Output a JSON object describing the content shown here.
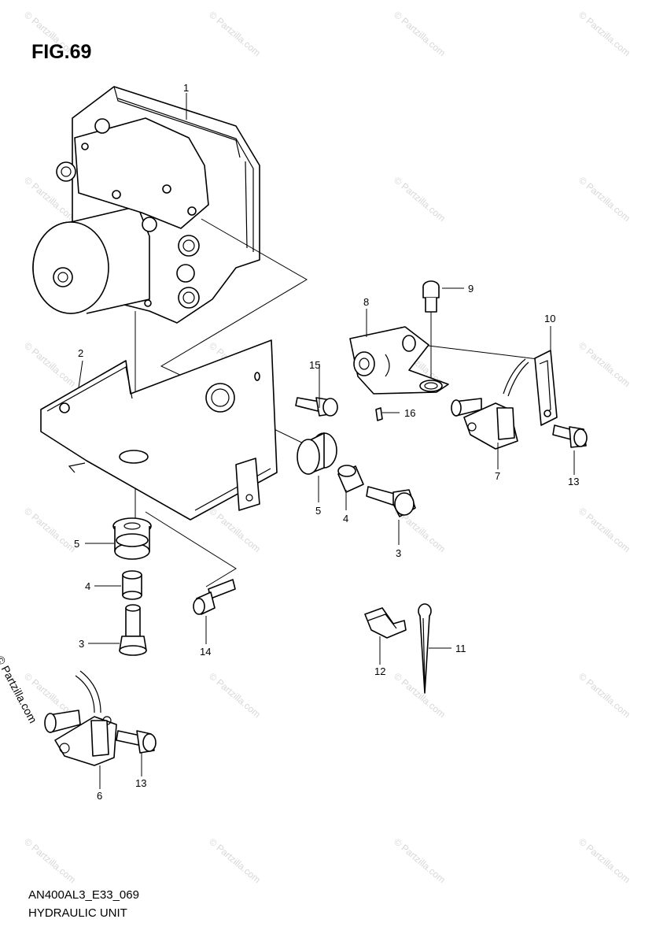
{
  "figure": {
    "title": "FIG.69"
  },
  "footer": {
    "code": "AN400AL3_E33_069",
    "caption": "HYDRAULIC UNIT"
  },
  "copyright": "© Partzilla.com",
  "watermark": "© Partzilla.com",
  "callouts": [
    "1",
    "2",
    "3",
    "4",
    "5",
    "6",
    "7",
    "8",
    "9",
    "10",
    "11",
    "12",
    "13",
    "14",
    "15",
    "16"
  ],
  "callout_instances": [
    {
      "label": "1"
    },
    {
      "label": "2"
    },
    {
      "label": "3"
    },
    {
      "label": "4"
    },
    {
      "label": "5"
    },
    {
      "label": "5"
    },
    {
      "label": "4"
    },
    {
      "label": "3"
    },
    {
      "label": "6"
    },
    {
      "label": "7"
    },
    {
      "label": "8"
    },
    {
      "label": "9"
    },
    {
      "label": "10"
    },
    {
      "label": "11"
    },
    {
      "label": "12"
    },
    {
      "label": "13"
    },
    {
      "label": "13"
    },
    {
      "label": "14"
    },
    {
      "label": "15"
    },
    {
      "label": "16"
    }
  ]
}
